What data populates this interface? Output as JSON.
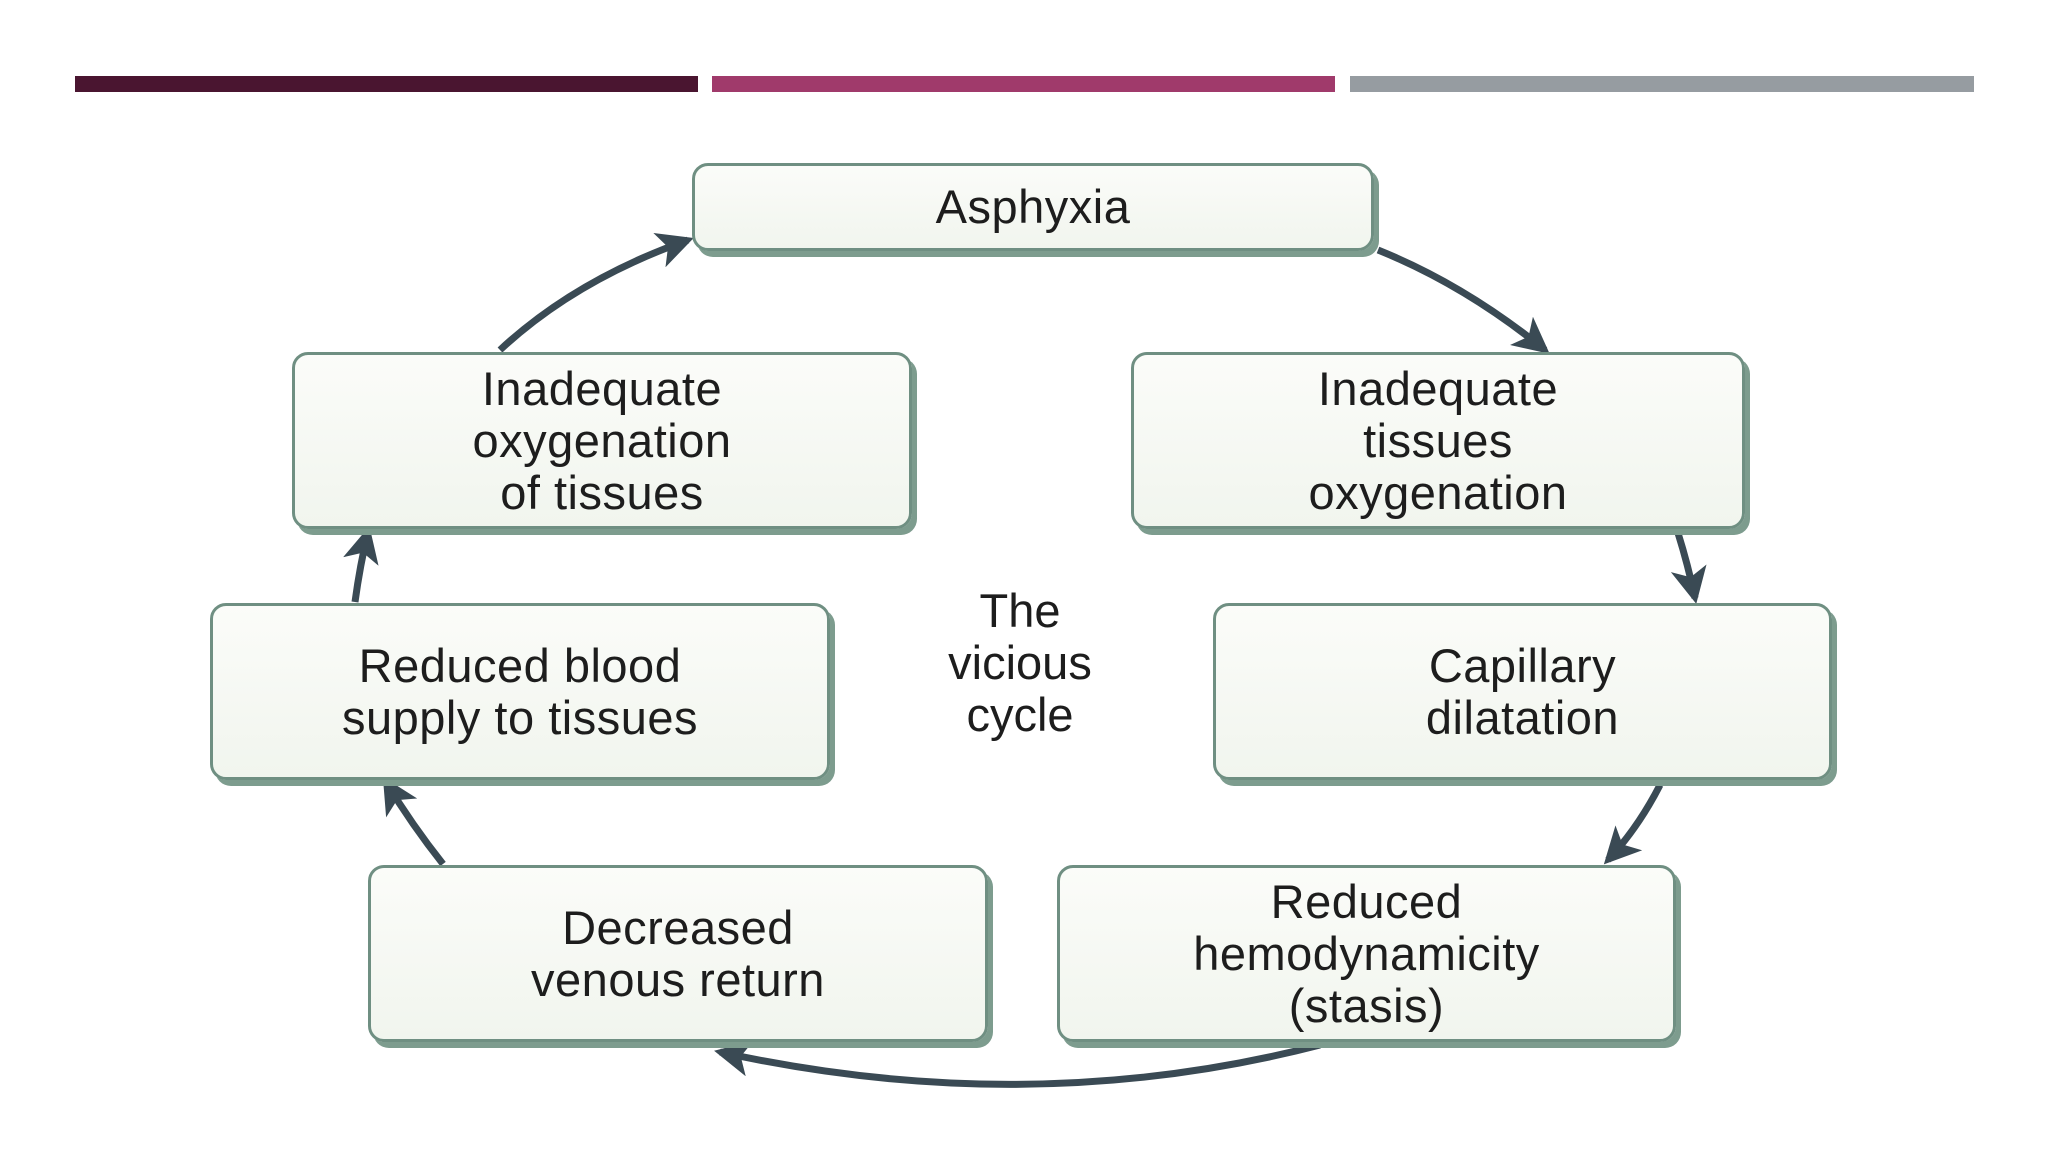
{
  "colors": {
    "bar_1": "#4a1530",
    "bar_2": "#a03a6b",
    "bar_3": "#969ca1",
    "box_border": "#6f8f82",
    "arrow": "#3a4a54"
  },
  "diagram": {
    "center_label": "The\nvicious\ncycle",
    "nodes": [
      {
        "id": "asphyxia",
        "text": "Asphyxia"
      },
      {
        "id": "inadequate-tissues-oxygenation",
        "text": "Inadequate\ntissues\noxygenation"
      },
      {
        "id": "capillary-dilatation",
        "text": "Capillary\ndilatation"
      },
      {
        "id": "reduced-hemodynamicity",
        "text": "Reduced\nhemodynamicity\n(stasis)"
      },
      {
        "id": "decreased-venous-return",
        "text": "Decreased\nvenous return"
      },
      {
        "id": "reduced-blood-supply",
        "text": "Reduced blood\nsupply to tissues"
      },
      {
        "id": "inadequate-oxygenation-of-tissues",
        "text": "Inadequate\noxygenation\nof tissues"
      }
    ],
    "edges": [
      {
        "from": "asphyxia",
        "to": "inadequate-tissues-oxygenation"
      },
      {
        "from": "inadequate-tissues-oxygenation",
        "to": "capillary-dilatation"
      },
      {
        "from": "capillary-dilatation",
        "to": "reduced-hemodynamicity"
      },
      {
        "from": "reduced-hemodynamicity",
        "to": "decreased-venous-return"
      },
      {
        "from": "decreased-venous-return",
        "to": "reduced-blood-supply"
      },
      {
        "from": "reduced-blood-supply",
        "to": "inadequate-oxygenation-of-tissues"
      },
      {
        "from": "inadequate-oxygenation-of-tissues",
        "to": "asphyxia"
      }
    ]
  }
}
